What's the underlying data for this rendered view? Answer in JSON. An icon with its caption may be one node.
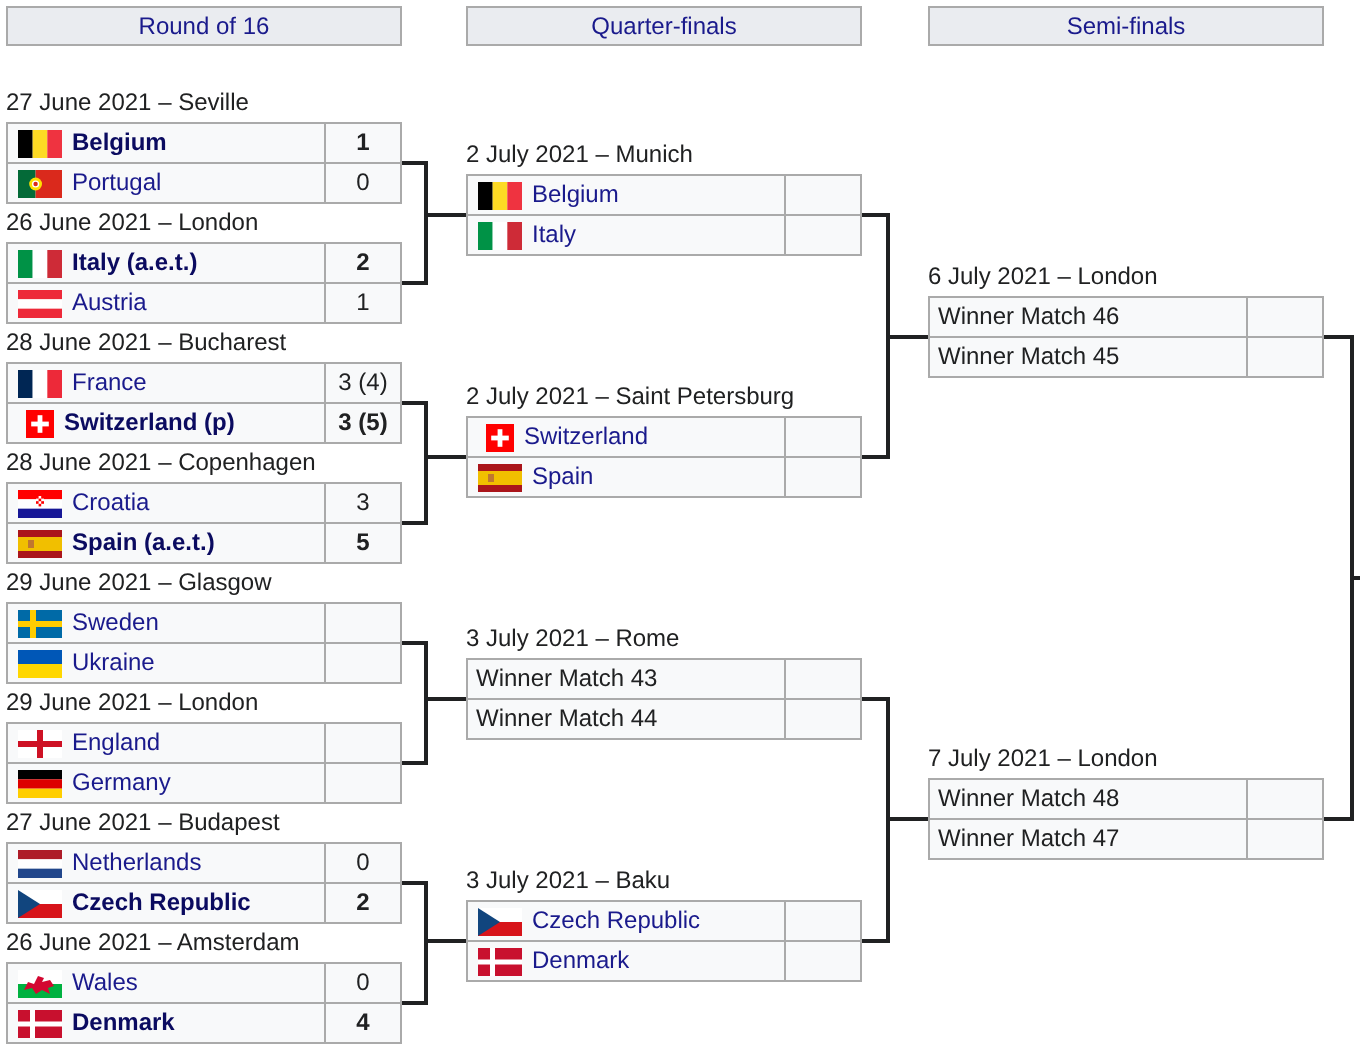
{
  "diagram": {
    "nodes": [
      {
        "text": [
          "Round of 16"
        ]
      },
      {
        "text": [
          "Quarter-finals"
        ]
      },
      {
        "text": [
          "Semi-finals"
        ]
      },
      {
        "text": [
          "27 June 2021 – Seville"
        ]
      },
      {
        "text": [
          "Belgium",
          "1"
        ],
        "in": 3
      },
      {
        "text": [
          "Portugal",
          "0"
        ],
        "in": 3
      },
      {
        "text": [
          "26 June 2021 – London"
        ]
      },
      {
        "text": [
          "Italy (a.e.t.)",
          "2"
        ],
        "in": 6
      },
      {
        "text": [
          "Austria",
          "1"
        ],
        "in": 6
      },
      {
        "text": [
          "28 June 2021 – Bucharest"
        ]
      },
      {
        "text": [
          "France",
          "3 (4)"
        ],
        "in": 9
      },
      {
        "text": [
          "Switzerland (p)",
          "3 (5)"
        ],
        "in": 9
      },
      {
        "text": [
          "28 June 2021 – Copenhagen"
        ]
      },
      {
        "text": [
          "Croatia",
          "3"
        ],
        "in": 12
      },
      {
        "text": [
          "Spain (a.e.t.)",
          "5"
        ],
        "in": 12
      },
      {
        "text": [
          "29 June 2021 – Glasgow"
        ]
      },
      {
        "text": [
          "Sweden"
        ],
        "in": 15
      },
      {
        "text": [
          "Ukraine"
        ],
        "in": 15
      },
      {
        "text": [
          "29 June 2021 – London"
        ]
      },
      {
        "text": [
          "England"
        ],
        "in": 18
      },
      {
        "text": [
          "Germany"
        ],
        "in": 18
      },
      {
        "text": [
          "27 June 2021 – Budapest"
        ]
      },
      {
        "text": [
          "Netherlands",
          "0"
        ],
        "in": 21
      },
      {
        "text": [
          "Czech Republic",
          "2"
        ],
        "in": 21
      },
      {
        "text": [
          "26 June 2021 – Amsterdam"
        ]
      },
      {
        "text": [
          "Wales",
          "0"
        ],
        "in": 24
      },
      {
        "text": [
          "Denmark",
          "4"
        ],
        "in": 24
      },
      {
        "text": [
          "2 July 2021 – Munich"
        ]
      },
      {
        "text": [
          "Belgium"
        ],
        "in": 27
      },
      {
        "text": [
          "Italy"
        ],
        "in": 27
      },
      {
        "text": [
          "2 July 2021 – Saint Petersburg"
        ]
      },
      {
        "text": [
          "Switzerland"
        ],
        "in": 30
      },
      {
        "text": [
          "Spain"
        ],
        "in": 30
      },
      {
        "text": [
          "3 July 2021 – Rome"
        ]
      },
      {
        "text": [
          "Winner Match 43"
        ],
        "in": 33
      },
      {
        "text": [
          "Winner Match 44"
        ],
        "in": 33
      },
      {
        "text": [
          "3 July 2021 – Baku"
        ]
      },
      {
        "text": [
          "Czech Republic"
        ],
        "in": 36
      },
      {
        "text": [
          "Denmark"
        ],
        "in": 36
      },
      {
        "text": [
          "6 July 2021 – London"
        ]
      },
      {
        "text": [
          "Winner Match 46"
        ],
        "in": 39
      },
      {
        "text": [
          "Winner Match 45"
        ],
        "in": 39
      },
      {
        "text": [
          "7 July 2021 – London"
        ]
      },
      {
        "text": [
          "Winner Match 48"
        ],
        "in": 42
      },
      {
        "text": [
          "Winner Match 47"
        ],
        "in": 42
      }
    ],
    "edges": [
      {
        "from": 3,
        "to": 27,
        "arrow": "none"
      },
      {
        "from": 6,
        "to": 27,
        "arrow": "none"
      },
      {
        "from": 9,
        "to": 30,
        "arrow": "none"
      },
      {
        "from": 12,
        "to": 30,
        "arrow": "none"
      },
      {
        "from": 15,
        "to": 33,
        "arrow": "none"
      },
      {
        "from": 18,
        "to": 33,
        "arrow": "none"
      },
      {
        "from": 21,
        "to": 36,
        "arrow": "none"
      },
      {
        "from": 24,
        "to": 36,
        "arrow": "none"
      },
      {
        "from": 27,
        "to": 39,
        "arrow": "none"
      },
      {
        "from": 30,
        "to": 39,
        "arrow": "none"
      },
      {
        "from": 33,
        "to": 42,
        "arrow": "none"
      },
      {
        "from": 36,
        "to": 42,
        "arrow": "none"
      },
      {
        "from": 39,
        "to": null,
        "arrow": "none"
      },
      {
        "from": 42,
        "to": null,
        "arrow": "none"
      }
    ]
  }
}
